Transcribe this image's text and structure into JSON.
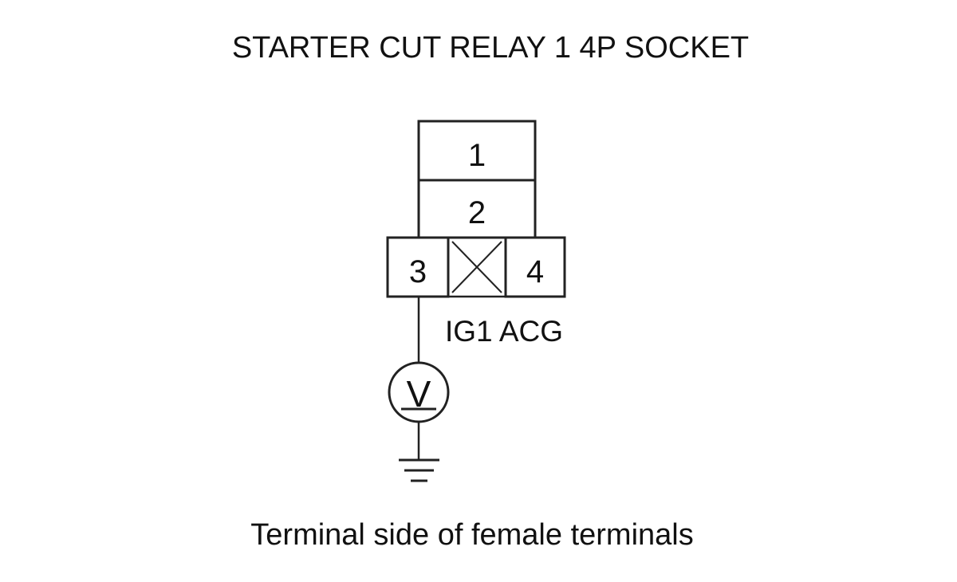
{
  "title": "STARTER CUT RELAY 1 4P SOCKET",
  "terminals": {
    "t1": "1",
    "t2": "2",
    "t3": "3",
    "t4": "4"
  },
  "wire_label": "IG1 ACG",
  "meter_symbol": "V",
  "footer": "Terminal side of female terminals",
  "colors": {
    "line": "#222222",
    "text": "#111111",
    "background": "#ffffff"
  },
  "icons": {
    "voltmeter": "voltmeter-icon",
    "ground": "ground-icon",
    "blocked_cavity": "crossed-box-icon"
  }
}
